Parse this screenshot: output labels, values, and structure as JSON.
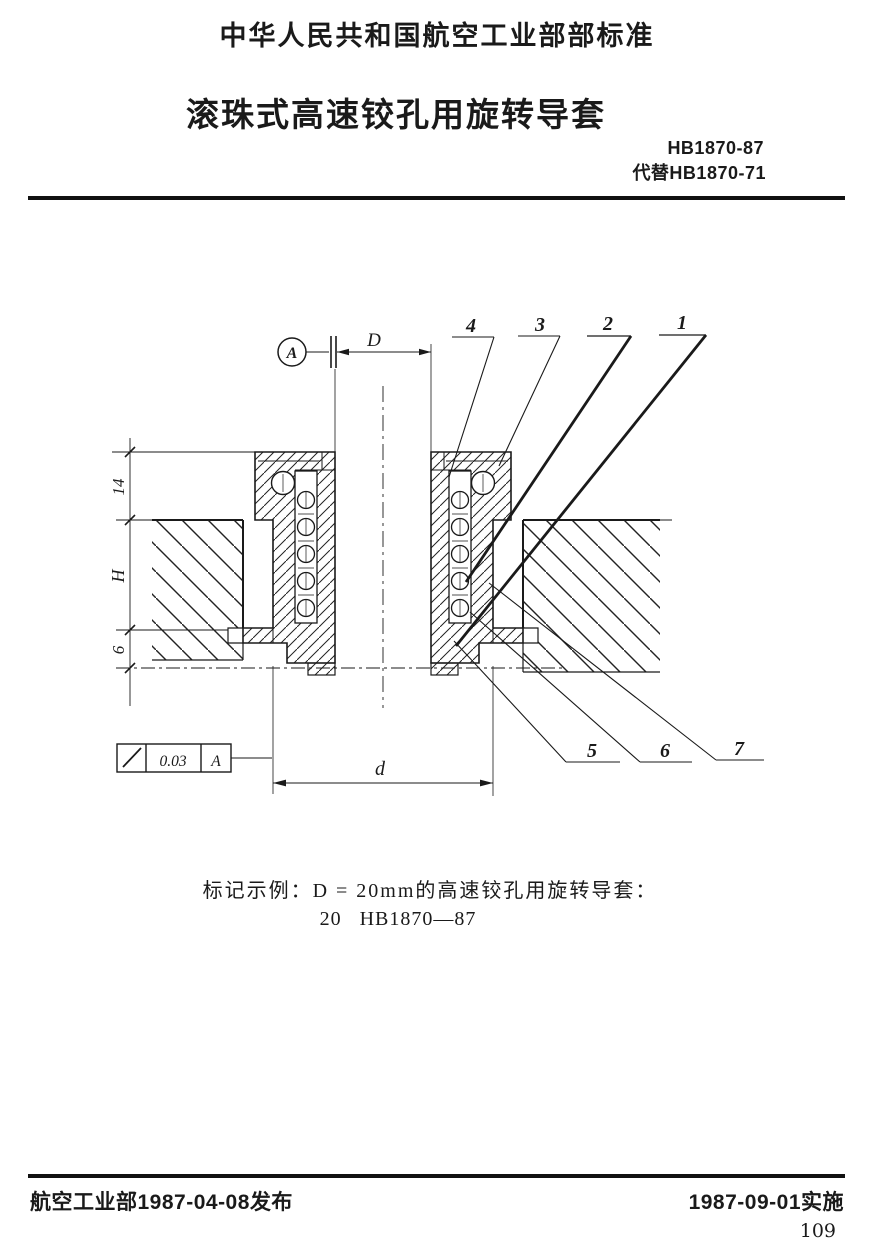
{
  "colors": {
    "ink": "#1a1a1a",
    "paper": "#ffffff"
  },
  "header": {
    "ministry_line": "中华人民共和国航空工业部部标准",
    "title": "滚珠式高速铰孔用旋转导套",
    "standard_no": "HB1870-87",
    "replaces": "代替HB1870-71"
  },
  "drawing": {
    "datum_label": "A",
    "dims": {
      "bore_diameter": "D",
      "outer_diameter": "d",
      "flange_height": "14",
      "plate_height": "H",
      "tail_height": "6"
    },
    "tolerance_frame": {
      "symbol_icon": "runout-slash-icon",
      "value": "0.03",
      "datum": "A"
    },
    "parts": {
      "p1": "1",
      "p2": "2",
      "p3": "3",
      "p4": "4",
      "p5": "5",
      "p6": "6",
      "p7": "7"
    }
  },
  "example": {
    "line1": "标记示例：D = 20mm的高速铰孔用旋转导套：",
    "line2": "20   HB1870—87"
  },
  "footer": {
    "issued": "航空工业部1987-04-08发布",
    "effective": "1987-09-01实施",
    "page_number": "109"
  }
}
